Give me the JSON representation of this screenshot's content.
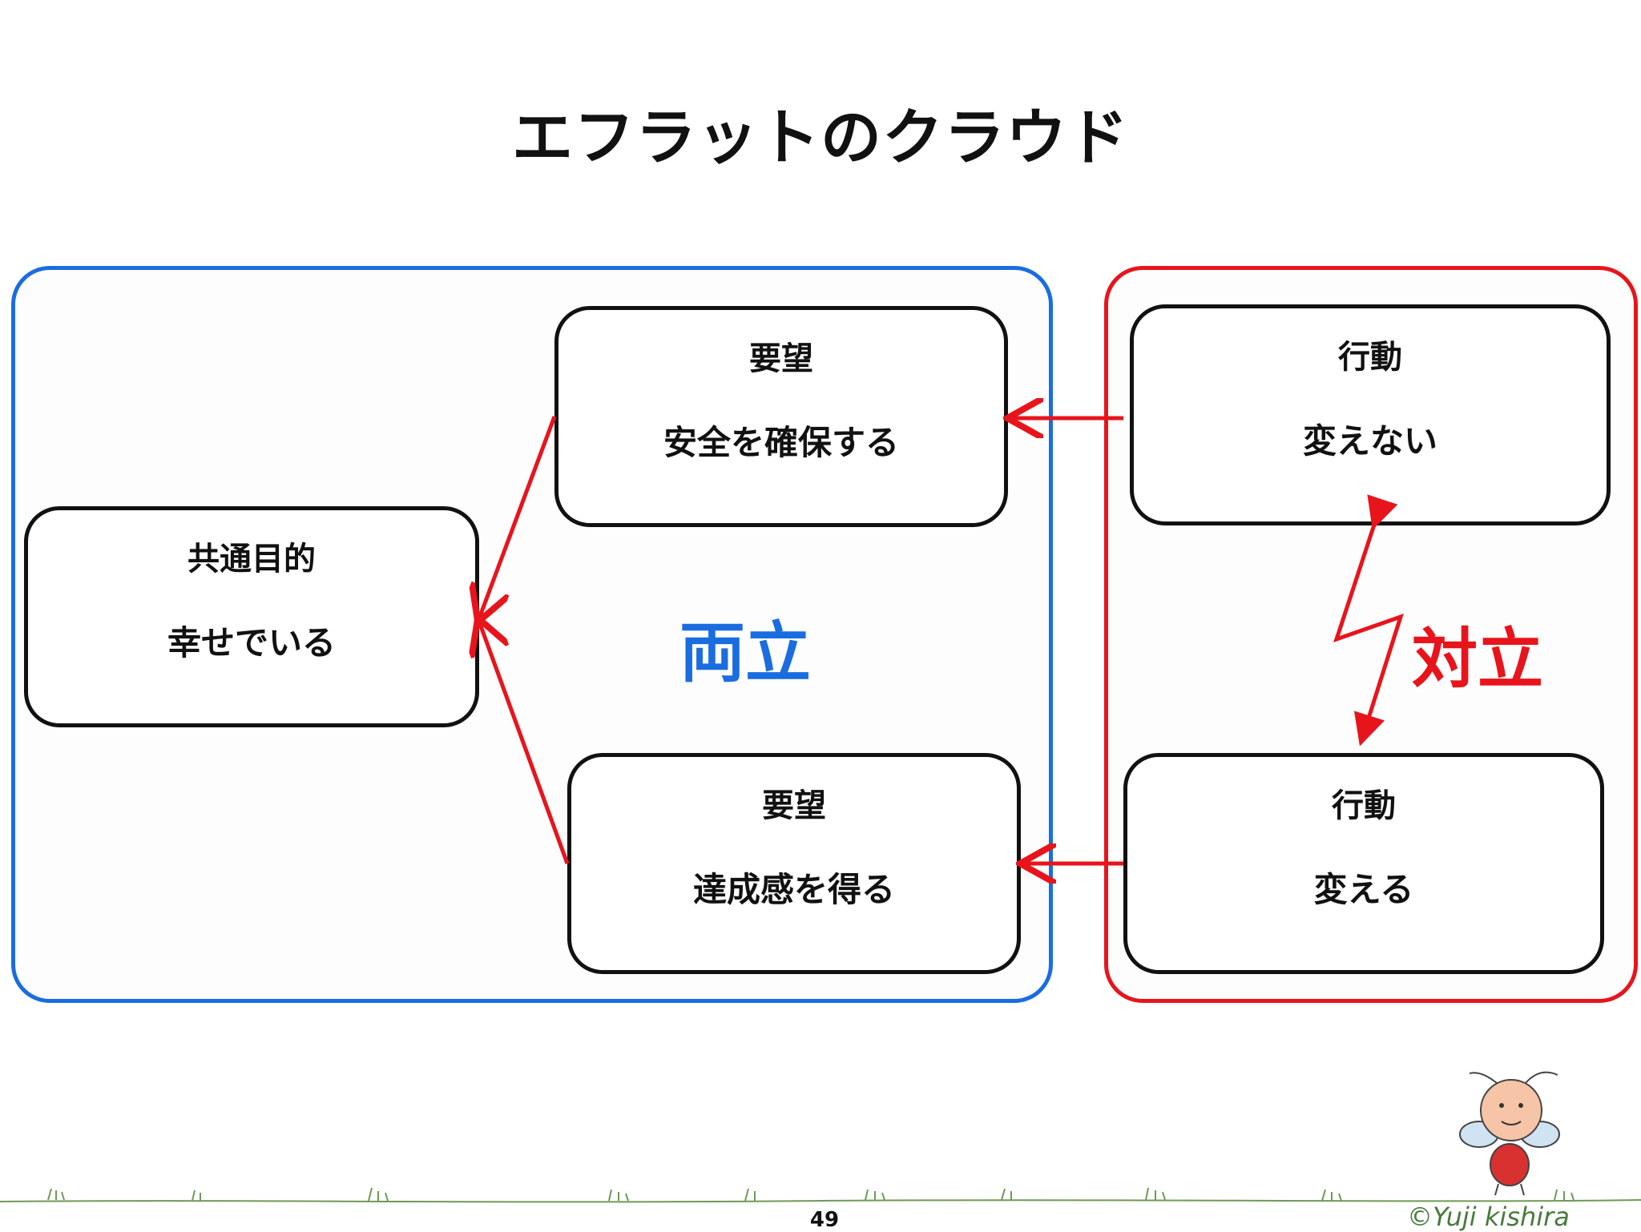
{
  "title": "エフラットのクラウド",
  "nodes": {
    "common_goal": {
      "head": "共通目的",
      "body": "幸せでいる"
    },
    "need_top": {
      "head": "要望",
      "body": "安全を確保する"
    },
    "need_bottom": {
      "head": "要望",
      "body": "達成感を得る"
    },
    "action_top": {
      "head": "行動",
      "body": "変えない"
    },
    "action_bottom": {
      "head": "行動",
      "body": "変える"
    }
  },
  "labels": {
    "compatible": "両立",
    "conflict": "対立"
  },
  "colors": {
    "blue": "#1a6de0",
    "red": "#e8141c",
    "box_border": "#111111",
    "grass": "#6f9a55"
  },
  "footer": {
    "page_number": "49",
    "credit": "©Yuji kishira"
  }
}
